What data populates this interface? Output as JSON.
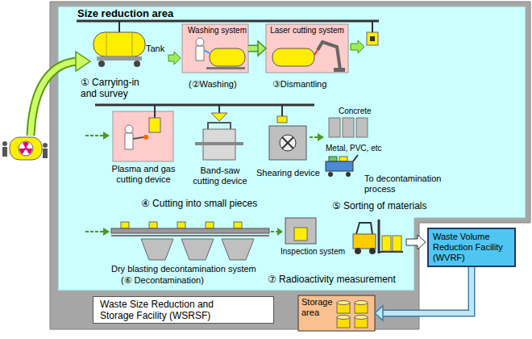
{
  "diagram": {
    "nodes": [
      {
        "text": [
          "Size reduction area"
        ]
      },
      {
        "text": [
          "Washing system"
        ],
        "in": 0
      },
      {
        "text": [
          "Laser cutting system"
        ],
        "in": 0
      },
      {
        "text": [
          "Plasma and gas cutting device"
        ],
        "in": 0
      },
      {
        "text": [
          "Waste Volume Reduction Facility (WVRF)"
        ]
      },
      {
        "text": [
          "Waste Size Reduction and Storage Facility (WSRSF)"
        ]
      },
      {
        "text": [
          "Storage area"
        ]
      }
    ],
    "edges": [
      {
        "from": 1,
        "to": 2,
        "arrow": "to"
      },
      {
        "from": 4,
        "to": 6,
        "arrow": "to"
      }
    ],
    "labels": [
      "Tank",
      "① Carrying-in and survey",
      "(②Washing)",
      "③Dismantling",
      "Band-saw cutting device",
      "Shearing device",
      "④ Cutting into small pieces",
      "Concrete",
      "Metal, PVC, etc",
      "To decontamination process",
      "⑤ Sorting of materials",
      "Dry blasting decontamination system",
      "(⑥ Decontamination)",
      "Inspection system",
      "⑦ Radioactivity measurement"
    ]
  }
}
